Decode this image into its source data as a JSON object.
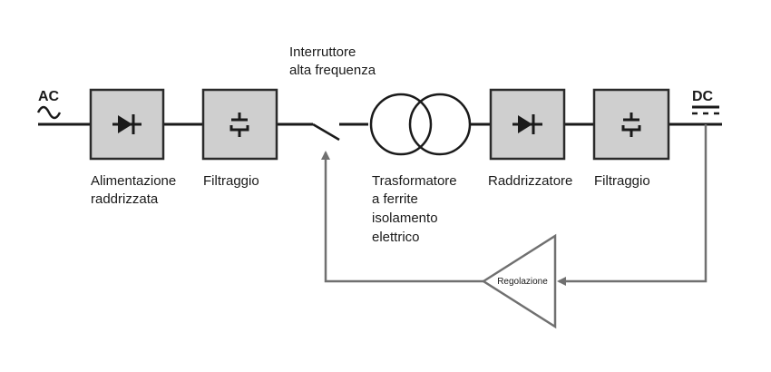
{
  "input": {
    "label": "AC"
  },
  "output": {
    "label": "DC"
  },
  "blocks": [
    {
      "id": "rectified-supply",
      "lines": [
        "Alimentazione",
        "raddrizzata"
      ]
    },
    {
      "id": "filter-1",
      "lines": [
        "Filtraggio"
      ]
    },
    {
      "id": "switch",
      "lines": [
        "Interruttore",
        "alta frequenza"
      ]
    },
    {
      "id": "transformer",
      "lines": [
        "Trasformatore",
        "a ferrite",
        "isolamento",
        "elettrico"
      ]
    },
    {
      "id": "rectifier",
      "lines": [
        "Raddrizzatore"
      ]
    },
    {
      "id": "filter-2",
      "lines": [
        "Filtraggio"
      ]
    }
  ],
  "feedback": {
    "label": "Regolazione"
  }
}
